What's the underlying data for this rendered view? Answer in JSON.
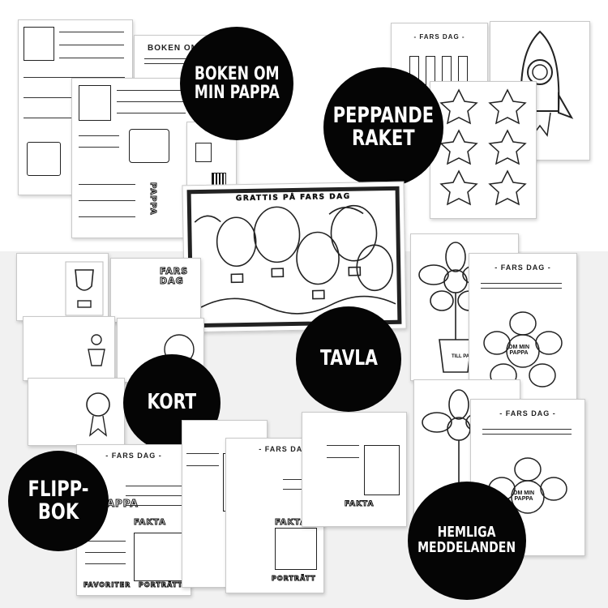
{
  "badges": {
    "boken": "BOKEN OM\nMIN PAPPA",
    "raket": "PEPPANDE\nRAKET",
    "tavla": "TAVLA",
    "kort": "KORT",
    "flippbok": "FLIPP-\nBOK",
    "hemliga": "HEMLIGA\nMEDDELANDEN"
  },
  "sheets": {
    "fars_dag": "- FARS DAG -",
    "boken_om": "BOKEN OM",
    "grattis": "GRATTIS PÅ FARS DAG",
    "pappa": "PAPPA",
    "fakta": "FAKTA",
    "portratt": "PORTRÄTT",
    "favoriter": "FAVORITER",
    "om_min_pappa": "OM MIN\nPAPPA",
    "till_pappa": "TILL PAPPA",
    "fars_dag_card": "FARS\nDAG"
  },
  "colors": {
    "badge": "#050505",
    "bottom_band": "#f1f1f1"
  }
}
